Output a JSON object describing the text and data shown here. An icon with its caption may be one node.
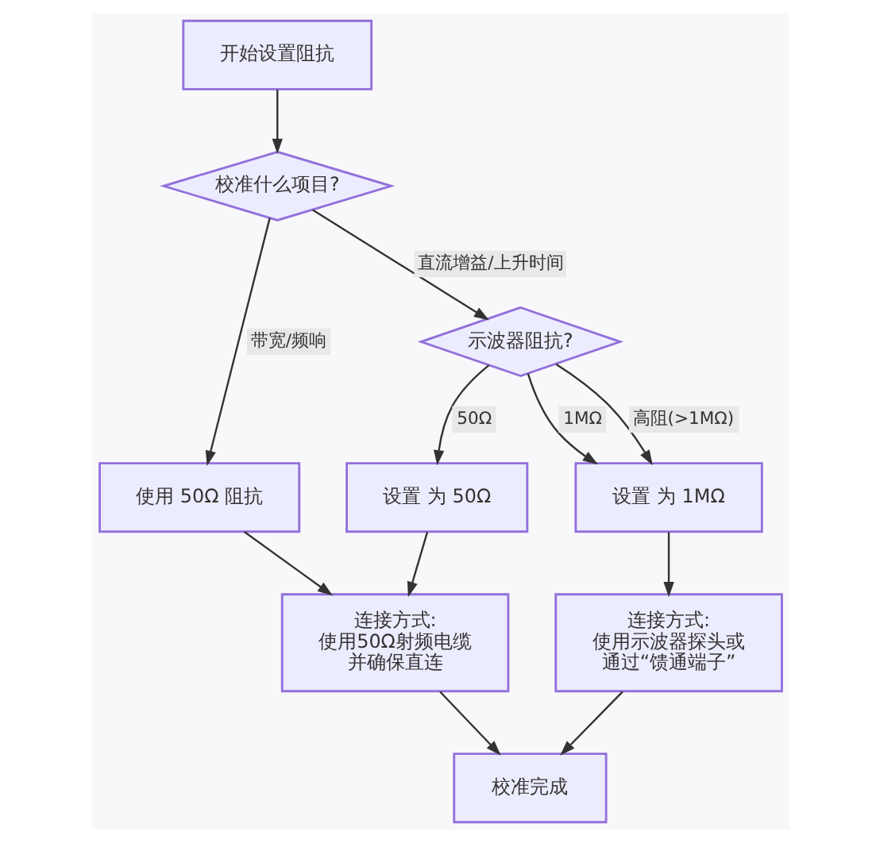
{
  "diagram": {
    "nodes": [
      {
        "text": [
          "开始设置阻抗"
        ]
      },
      {
        "text": [
          "校准什么项目?"
        ]
      },
      {
        "text": [
          "使用 50Ω 阻抗"
        ]
      },
      {
        "text": [
          "示波器阻抗?"
        ]
      },
      {
        "text": [
          "设置 为 50Ω"
        ]
      },
      {
        "text": [
          "设置 为 1MΩ"
        ]
      },
      {
        "text": [
          "连接方式:使用50Ω射频电缆并确保直连"
        ]
      },
      {
        "text": [
          "连接方式:使用示波器探头或通过“馈通端子”"
        ]
      },
      {
        "text": [
          "校准完成"
        ]
      }
    ],
    "edges": [
      {
        "from": 0,
        "to": 1,
        "arrow": "to"
      },
      {
        "from": 1,
        "to": 2,
        "arrow": "to",
        "label": "带宽/频响"
      },
      {
        "from": 1,
        "to": 3,
        "arrow": "to",
        "label": "直流增益/上升时间"
      },
      {
        "from": 3,
        "to": 4,
        "arrow": "to",
        "label": "50Ω"
      },
      {
        "from": 3,
        "to": 5,
        "arrow": "to",
        "label": "1MΩ"
      },
      {
        "from": 3,
        "to": 5,
        "arrow": "to",
        "label": "高阻(>1MΩ)"
      },
      {
        "from": 2,
        "to": 6,
        "arrow": "to"
      },
      {
        "from": 4,
        "to": 6,
        "arrow": "to"
      },
      {
        "from": 5,
        "to": 7,
        "arrow": "to"
      },
      {
        "from": 6,
        "to": 8,
        "arrow": "to"
      },
      {
        "from": 7,
        "to": 8,
        "arrow": "to"
      }
    ]
  }
}
